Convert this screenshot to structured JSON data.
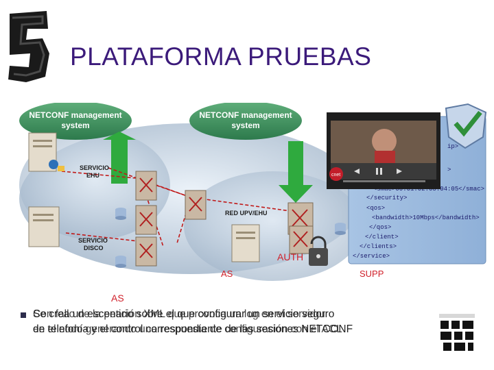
{
  "slide": {
    "title": "PLATAFORMA PRUEBAS",
    "caption_lines_a": [
      "Se crea un escenario sobre el que configurar un servicio seguro",
      "de telefonía y el control correspondiente de las sesiones NETCONF"
    ],
    "caption_lines_b": [
      "Con fallo de la petición XML que provoca un log en el servidor",
      "en el nodo generando una respuesta de configuración con el ACL"
    ]
  },
  "diagram": {
    "nms_left": [
      "NETCONF management",
      "system"
    ],
    "nms_right": [
      "NETCONF management",
      "system"
    ],
    "servicio_ehu": [
      "SERVICIO",
      "EHU"
    ],
    "servicio_disco": [
      "SERVICIO",
      "DISCO"
    ],
    "red": "RED UPV/EHU",
    "auth": "AUTH",
    "as_small": "AS",
    "as_big": "AS",
    "supp": "SUPP",
    "xml_lines": [
      "-->",
      "ip>",
      ">",
      "<smac>00:01:02:03:04:05</smac>",
      "</security>",
      "<qos>",
      "<bandwidth>10Mbps</bandwidth>",
      "</qos>",
      "</client>",
      "</clients>",
      "</service>"
    ],
    "video_label": "cnet"
  }
}
